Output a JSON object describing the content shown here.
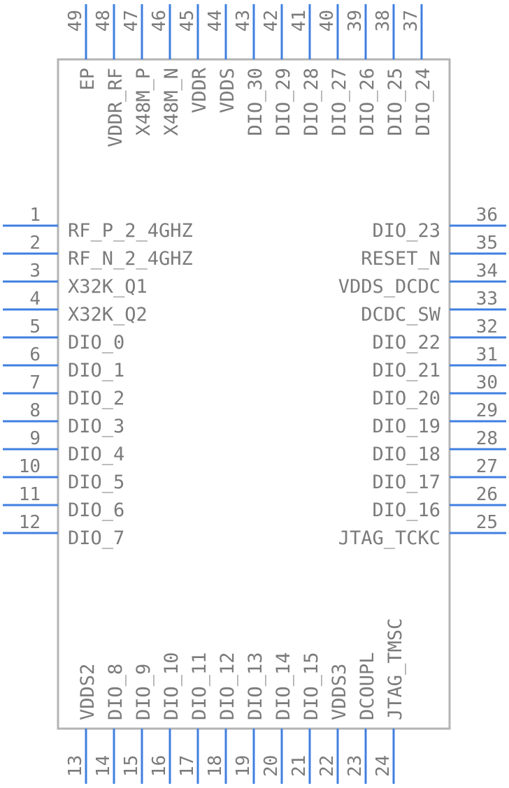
{
  "left_pins": [
    {
      "num": "1",
      "name": "RF_P_2_4GHZ"
    },
    {
      "num": "2",
      "name": "RF_N_2_4GHZ"
    },
    {
      "num": "3",
      "name": "X32K_Q1"
    },
    {
      "num": "4",
      "name": "X32K_Q2"
    },
    {
      "num": "5",
      "name": "DIO_0"
    },
    {
      "num": "6",
      "name": "DIO_1"
    },
    {
      "num": "7",
      "name": "DIO_2"
    },
    {
      "num": "8",
      "name": "DIO_3"
    },
    {
      "num": "9",
      "name": "DIO_4"
    },
    {
      "num": "10",
      "name": "DIO_5"
    },
    {
      "num": "11",
      "name": "DIO_6"
    },
    {
      "num": "12",
      "name": "DIO_7"
    }
  ],
  "right_pins": [
    {
      "num": "36",
      "name": "DIO_23"
    },
    {
      "num": "35",
      "name": "RESET_N"
    },
    {
      "num": "34",
      "name": "VDDS_DCDC"
    },
    {
      "num": "33",
      "name": "DCDC_SW"
    },
    {
      "num": "32",
      "name": "DIO_22"
    },
    {
      "num": "31",
      "name": "DIO_21"
    },
    {
      "num": "30",
      "name": "DIO_20"
    },
    {
      "num": "29",
      "name": "DIO_19"
    },
    {
      "num": "28",
      "name": "DIO_18"
    },
    {
      "num": "27",
      "name": "DIO_17"
    },
    {
      "num": "26",
      "name": "DIO_16"
    },
    {
      "num": "25",
      "name": "JTAG_TCKC"
    }
  ],
  "top_pins": [
    {
      "num": "49",
      "name": "EP"
    },
    {
      "num": "48",
      "name": "VDDR_RF"
    },
    {
      "num": "47",
      "name": "X48M_P"
    },
    {
      "num": "46",
      "name": "X48M_N"
    },
    {
      "num": "45",
      "name": "VDDR"
    },
    {
      "num": "44",
      "name": "VDDS"
    },
    {
      "num": "43",
      "name": "DIO_30"
    },
    {
      "num": "42",
      "name": "DIO_29"
    },
    {
      "num": "41",
      "name": "DIO_28"
    },
    {
      "num": "40",
      "name": "DIO_27"
    },
    {
      "num": "39",
      "name": "DIO_26"
    },
    {
      "num": "38",
      "name": "DIO_25"
    },
    {
      "num": "37",
      "name": "DIO_24"
    }
  ],
  "bottom_pins": [
    {
      "num": "13",
      "name": "VDDS2"
    },
    {
      "num": "14",
      "name": "DIO_8"
    },
    {
      "num": "15",
      "name": "DIO_9"
    },
    {
      "num": "16",
      "name": "DIO_10"
    },
    {
      "num": "17",
      "name": "DIO_11"
    },
    {
      "num": "18",
      "name": "DIO_12"
    },
    {
      "num": "19",
      "name": "DIO_13"
    },
    {
      "num": "20",
      "name": "DIO_14"
    },
    {
      "num": "21",
      "name": "DIO_15"
    },
    {
      "num": "22",
      "name": "VDDS3"
    },
    {
      "num": "23",
      "name": "DCOUPL"
    },
    {
      "num": "24",
      "name": "JTAG_TMSC"
    }
  ],
  "colors": {
    "pin": "#3f7fe0",
    "body_outline": "#b4b4b4",
    "text": "#7b7b7b"
  }
}
